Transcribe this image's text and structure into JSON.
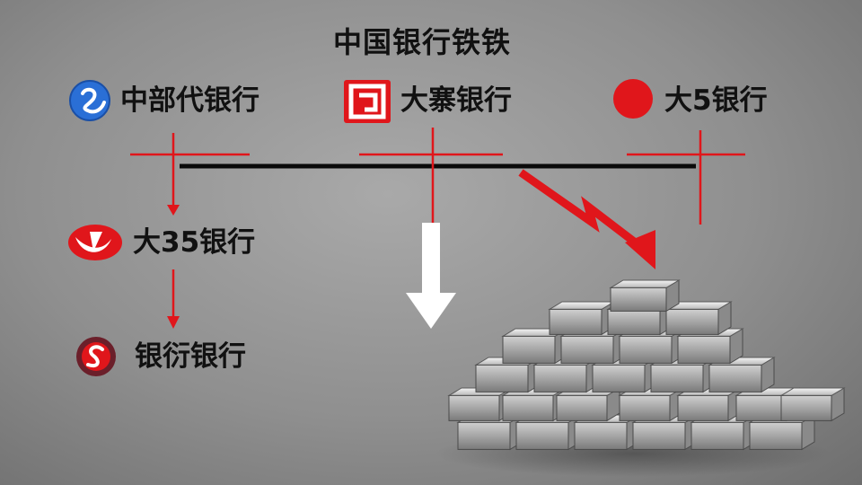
{
  "title": "中国银行铁铁",
  "banks": [
    {
      "label": "中部代银行",
      "icon": "blue-swirl-logo-icon"
    },
    {
      "label": "大寨银行",
      "icon": "red-square-logo-icon"
    },
    {
      "label": "大5银行",
      "icon": "red-circle-logo-icon"
    },
    {
      "label": "大35银行",
      "icon": "red-wing-logo-icon"
    },
    {
      "label": "银衍银行",
      "icon": "maroon-s-logo-icon"
    }
  ],
  "colors": {
    "accent_red": "#e0161b",
    "line_black": "#0a0a0a",
    "arrow_white": "#ffffff",
    "blue_logo": "#2a6fd6",
    "maroon_logo": "#6b1f2a"
  },
  "decor": {
    "stack": "silver-bars-pile-icon"
  }
}
